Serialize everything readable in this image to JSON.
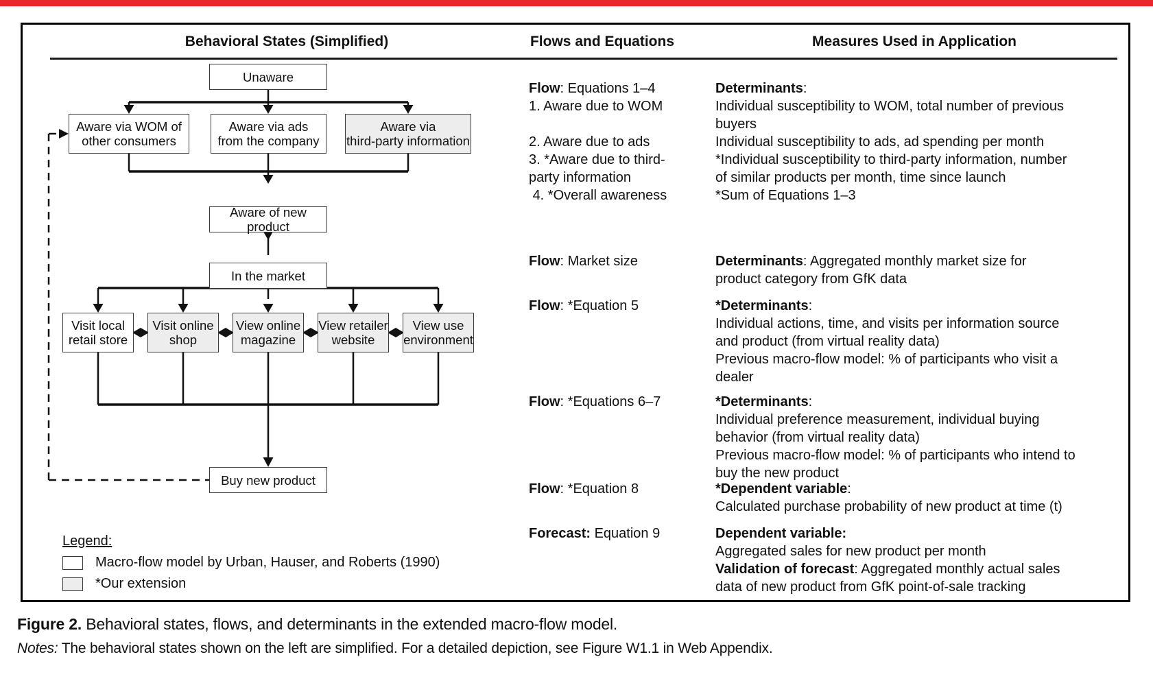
{
  "colors": {
    "top_accent": "#e8262d",
    "node_extension_fill": "#ededee",
    "node_base_fill": "#ffffff",
    "line": "#111111"
  },
  "headers": {
    "behavioral": "Behavioral States (Simplified)",
    "flows": "Flows and Equations",
    "measures": "Measures Used in Application"
  },
  "nodes": {
    "unaware": "Unaware",
    "aware_wom": "Aware via WOM of\nother consumers",
    "aware_ads": "Aware via ads\nfrom the company",
    "aware_third": "Aware via\nthird-party information",
    "aware_new": "Aware of new product",
    "in_market": "In the market",
    "visit_local": "Visit local\nretail store",
    "visit_online": "Visit online\nshop",
    "view_magazine": "View online\nmagazine",
    "view_retailer": "View retailer\nwebsite",
    "view_use": "View use\nenvironment",
    "buy": "Buy new product"
  },
  "legend": {
    "title": "Legend:",
    "base_item": "Macro-flow model by Urban, Hauser, and Roberts (1990)",
    "extension_item": "*Our extension"
  },
  "flows_col": [
    {
      "bold": "Flow",
      "rest": ": Equations 1–4",
      "lines": [
        "1. Aware due to WOM",
        "",
        "2. Aware due to ads",
        "3. *Aware due to third-",
        "party information",
        " 4. *Overall awareness"
      ]
    },
    {
      "bold": "Flow",
      "rest": ": Market size"
    },
    {
      "bold": "Flow",
      "rest": ": *Equation 5"
    },
    {
      "bold": "Flow",
      "rest": ": *Equations 6–7"
    },
    {
      "bold": "Flow",
      "rest": ": *Equation 8"
    },
    {
      "bold": "Forecast:",
      "rest": " Equation 9"
    }
  ],
  "measures_col": [
    {
      "bold": "Determinants",
      "rest": ":",
      "lines": [
        "Individual susceptibility to WOM, total number of previous",
        "buyers",
        "Individual susceptibility to ads, ad spending per month",
        "*Individual susceptibility to third-party information, number",
        "of similar products per month, time since launch",
        "*Sum of Equations 1–3"
      ]
    },
    {
      "bold": "Determinants",
      "rest": ": Aggregated monthly market size for",
      "lines": [
        "product category from GfK data"
      ]
    },
    {
      "bold": "*Determinants",
      "rest": ":",
      "lines": [
        "Individual actions, time, and visits per information source",
        "and product (from virtual reality data)",
        "Previous macro-flow model: % of participants who visit a",
        "dealer"
      ]
    },
    {
      "bold": "*Determinants",
      "rest": ":",
      "lines": [
        "Individual preference measurement, individual buying",
        "behavior (from virtual reality data)",
        "Previous macro-flow model: % of participants who intend to",
        "buy the new product"
      ]
    },
    {
      "bold": "*Dependent variable",
      "rest": ":",
      "lines": [
        "Calculated purchase probability of new product at time (t)"
      ]
    },
    {
      "bold": "Dependent variable:",
      "rest": "",
      "lines": [
        "Aggregated sales for new product per month"
      ],
      "bold2": "Validation of forecast",
      "rest2": ": Aggregated monthly actual sales",
      "line_last": "data of new product from GfK point-of-sale tracking"
    }
  ],
  "caption": {
    "fig_label": "Figure 2.",
    "fig_text": " Behavioral states, flows, and determinants in the extended macro-flow model.",
    "notes_label": "Notes:",
    "notes_text": " The behavioral states shown on the left are simplified. For a detailed depiction, see Figure W1.1 in Web Appendix."
  }
}
